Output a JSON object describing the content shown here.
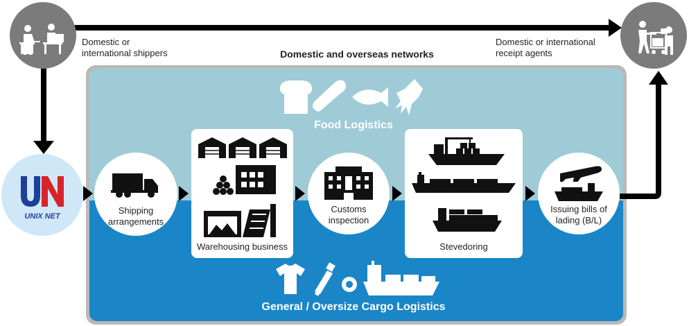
{
  "shippers_label": "Domestic or\ninternational shippers",
  "receipt_label": "Domestic or international\nreceipt agents",
  "network_title": "Domestic and overseas networks",
  "food_title": "Food Logistics",
  "cargo_title": "General / Oversize Cargo Logistics",
  "logo": {
    "letters": "UN",
    "wordmark": "UNIX NET"
  },
  "steps": {
    "shipping": "Shipping\narrangements",
    "warehousing": "Warehousing business",
    "customs": "Customs\ninspection",
    "stevedoring": "Stevedoring",
    "bills": "Issuing bills of\nlading (B/L)"
  },
  "colors": {
    "top_band": "#9fcbd6",
    "bottom_band": "#1a86c7",
    "frame": "#b9b9b9",
    "arrow": "#000000",
    "people_circle": "#7b7b7b",
    "logo_red": "#d8232a",
    "logo_blue": "#1f3f98",
    "logo_bg": "#cfe7f7"
  },
  "icons": [
    "bread-icon",
    "baguette-icon",
    "fish-icon",
    "squid-icon",
    "truck-icon",
    "warehouse-icon",
    "factory-icon",
    "building-icon",
    "crane-ship-icon",
    "tanker-ship-icon",
    "container-ship-icon",
    "airplane-icon",
    "cargo-ship-icon",
    "tshirt-icon",
    "spark-plug-icon",
    "tire-icon",
    "large-ship-icon",
    "office-workers-icon",
    "delivery-worker-icon"
  ]
}
